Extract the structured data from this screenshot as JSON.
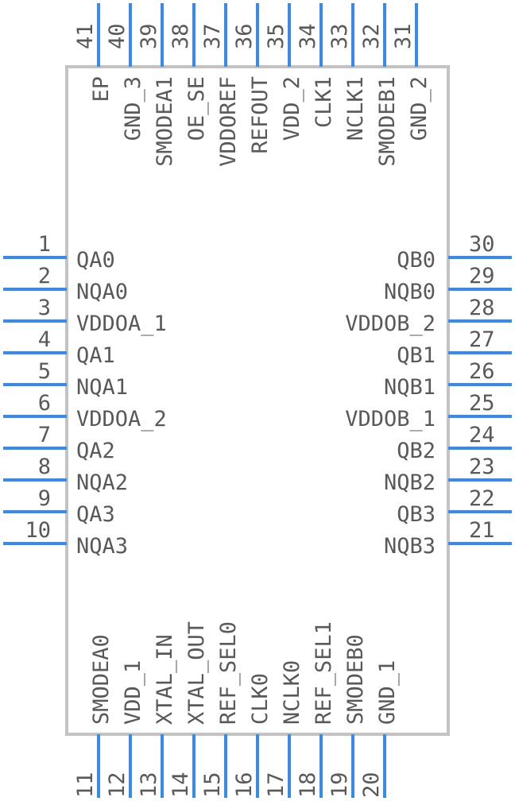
{
  "component": {
    "left_pins": [
      {
        "number": "1",
        "label": "QA0"
      },
      {
        "number": "2",
        "label": "NQA0"
      },
      {
        "number": "3",
        "label": "VDDOA_1"
      },
      {
        "number": "4",
        "label": "QA1"
      },
      {
        "number": "5",
        "label": "NQA1"
      },
      {
        "number": "6",
        "label": "VDDOA_2"
      },
      {
        "number": "7",
        "label": "QA2"
      },
      {
        "number": "8",
        "label": "NQA2"
      },
      {
        "number": "9",
        "label": "QA3"
      },
      {
        "number": "10",
        "label": "NQA3"
      }
    ],
    "right_pins": [
      {
        "number": "30",
        "label": "QB0"
      },
      {
        "number": "29",
        "label": "NQB0"
      },
      {
        "number": "28",
        "label": "VDDOB_2"
      },
      {
        "number": "27",
        "label": "QB1"
      },
      {
        "number": "26",
        "label": "NQB1"
      },
      {
        "number": "25",
        "label": "VDDOB_1"
      },
      {
        "number": "24",
        "label": "QB2"
      },
      {
        "number": "23",
        "label": "NQB2"
      },
      {
        "number": "22",
        "label": "QB3"
      },
      {
        "number": "21",
        "label": "NQB3"
      }
    ],
    "top_pins": [
      {
        "number": "41",
        "label": "EP"
      },
      {
        "number": "40",
        "label": "GND_3"
      },
      {
        "number": "39",
        "label": "SMODEA1"
      },
      {
        "number": "38",
        "label": "OE_SE"
      },
      {
        "number": "37",
        "label": "VDDOREF"
      },
      {
        "number": "36",
        "label": "REFOUT"
      },
      {
        "number": "35",
        "label": "VDD_2"
      },
      {
        "number": "34",
        "label": "CLK1"
      },
      {
        "number": "33",
        "label": "NCLK1"
      },
      {
        "number": "32",
        "label": "SMODEB1"
      },
      {
        "number": "31",
        "label": "GND_2"
      }
    ],
    "bottom_pins": [
      {
        "number": "11",
        "label": "SMODEA0"
      },
      {
        "number": "12",
        "label": "VDD_1"
      },
      {
        "number": "13",
        "label": "XTAL_IN"
      },
      {
        "number": "14",
        "label": "XTAL_OUT"
      },
      {
        "number": "15",
        "label": "REF_SEL0"
      },
      {
        "number": "16",
        "label": "CLK0"
      },
      {
        "number": "17",
        "label": "NCLK0"
      },
      {
        "number": "18",
        "label": "REF_SEL1"
      },
      {
        "number": "19",
        "label": "SMODEB0"
      },
      {
        "number": "20",
        "label": "GND_1"
      }
    ]
  }
}
